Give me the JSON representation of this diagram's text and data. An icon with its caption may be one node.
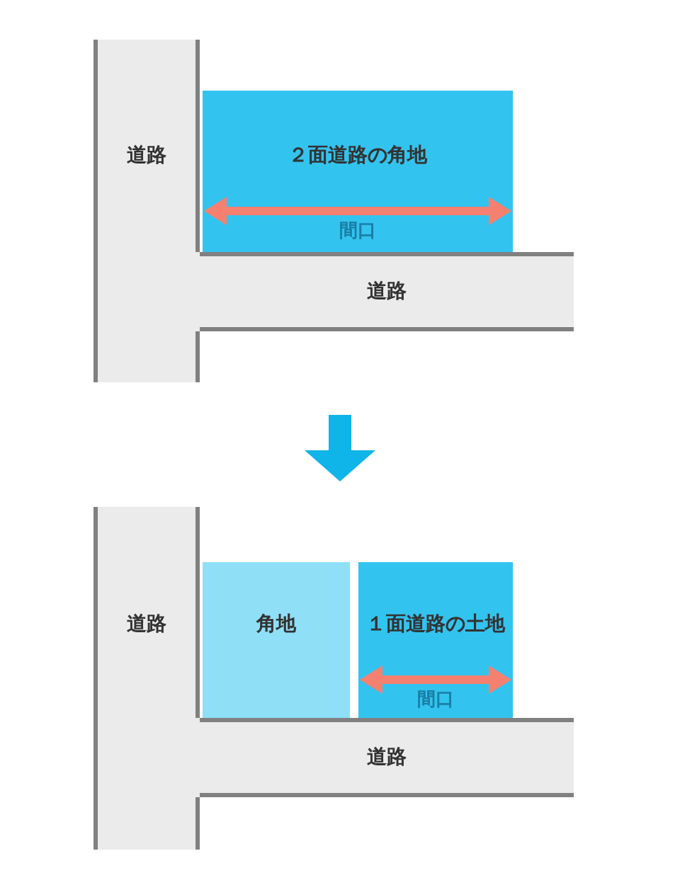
{
  "diagram": {
    "nodes": [
      {
        "text": [
          "道路"
        ]
      },
      {
        "text": [
          "２面道路の角地",
          "間口"
        ]
      },
      {
        "text": [
          "道路"
        ]
      },
      {
        "text": [
          "道路"
        ]
      },
      {
        "text": [
          "角地"
        ]
      },
      {
        "text": [
          "１面道路の土地",
          "間口"
        ]
      },
      {
        "text": [
          "道路"
        ]
      }
    ],
    "edges": []
  }
}
